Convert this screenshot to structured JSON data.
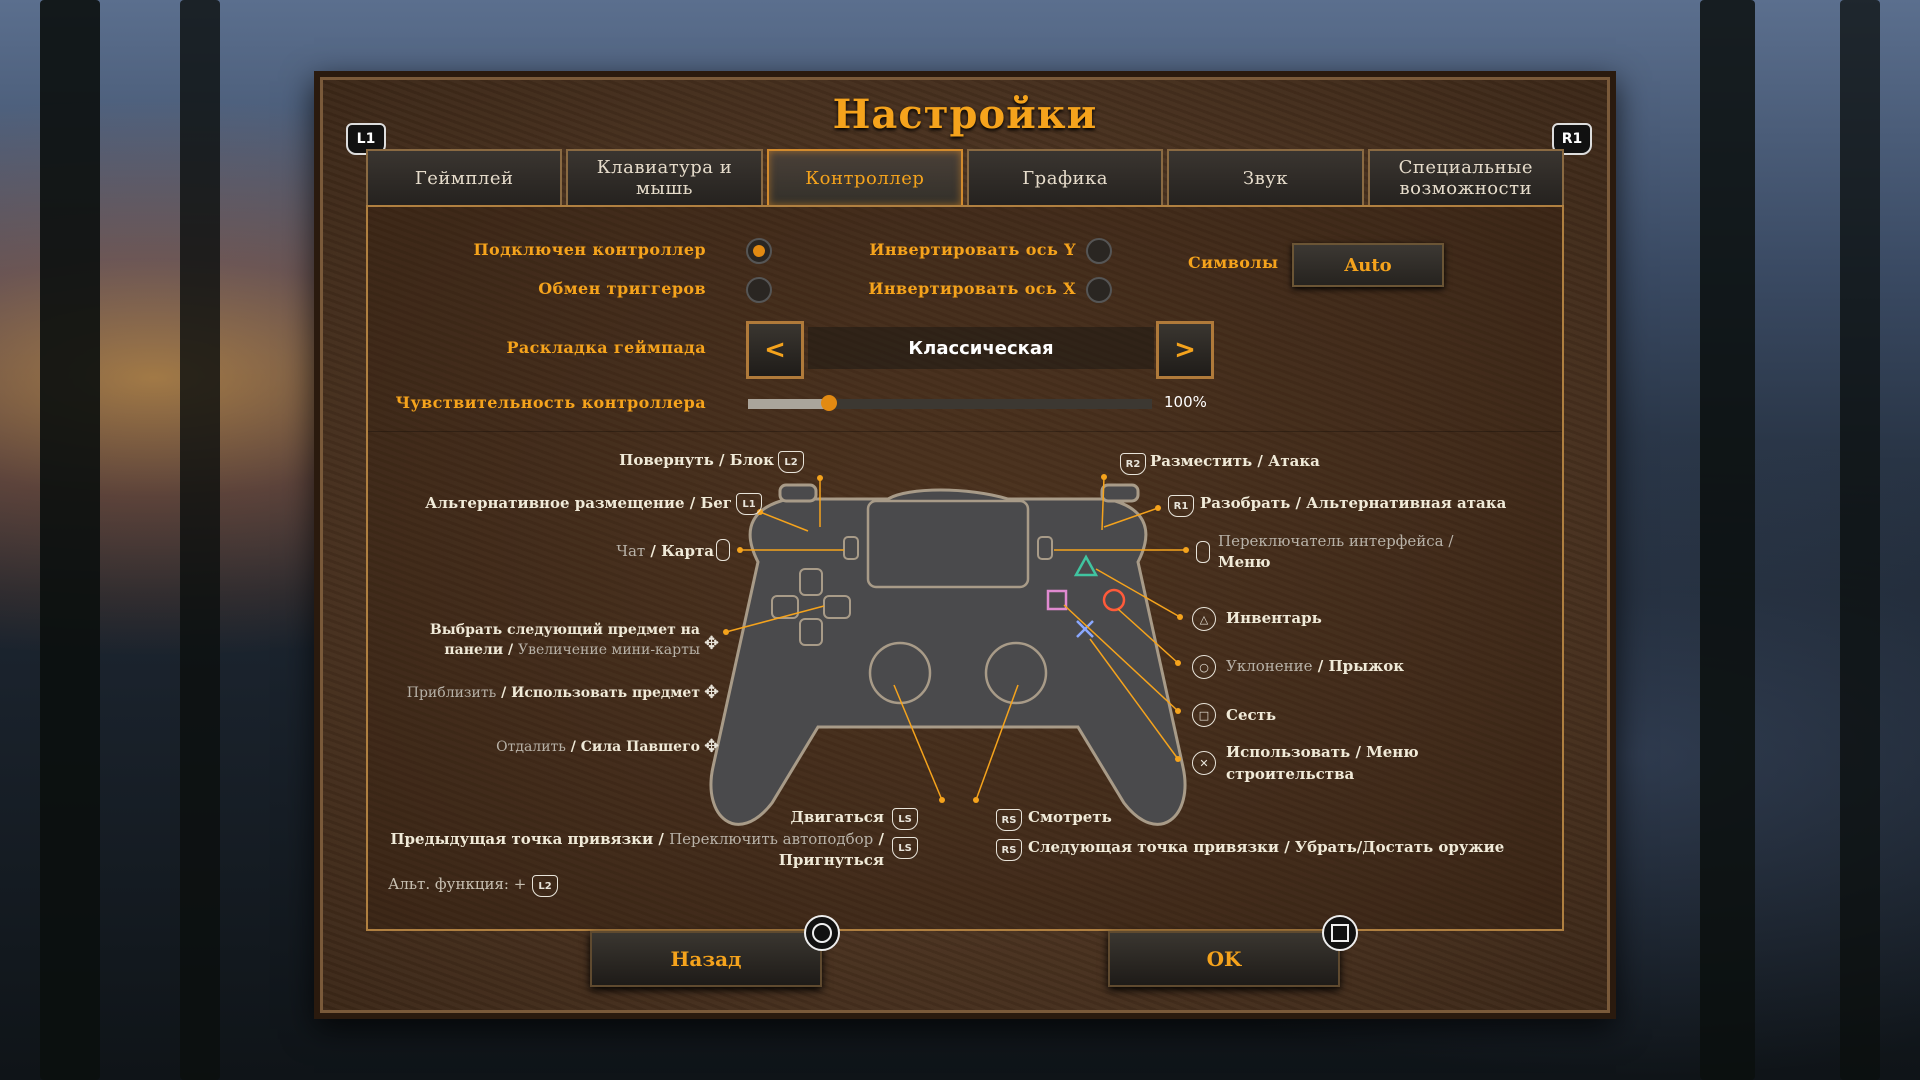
{
  "title": "Настройки",
  "shoulders": {
    "left": "L1",
    "right": "R1"
  },
  "tabs": [
    {
      "label": "Геймплей",
      "active": false
    },
    {
      "label": "Клавиатура и мышь",
      "active": false
    },
    {
      "label": "Контроллер",
      "active": true
    },
    {
      "label": "Графика",
      "active": false
    },
    {
      "label": "Звук",
      "active": false
    },
    {
      "label": "Специальные возможности",
      "active": false
    }
  ],
  "settings": {
    "controller_connected": {
      "label": "Подключен контроллер",
      "on": true
    },
    "swap_triggers": {
      "label": "Обмен триггеров",
      "on": false
    },
    "invert_y": {
      "label": "Инвертировать ось Y",
      "on": false
    },
    "invert_x": {
      "label": "Инвертировать ось X",
      "on": false
    },
    "symbols": {
      "label": "Символы",
      "value": "Auto"
    },
    "layout": {
      "label": "Раскладка геймпада",
      "value": "Классическая",
      "prev": "<",
      "next": ">"
    },
    "sensitivity": {
      "label": "Чувствительность контроллера",
      "value": "100%",
      "fraction": 0.2
    }
  },
  "bindings": {
    "l2": {
      "main": "Повернуть / Блок",
      "icon": "L2"
    },
    "l1": {
      "main": "Альтернативное размещение / Бег",
      "icon": "L1"
    },
    "share": {
      "alt": "Чат",
      "main": "Карта"
    },
    "dpad_lr": {
      "line1": "Выбрать следующий предмет на",
      "line2_main": "панели /",
      "line2_alt": "Увеличение мини-карты"
    },
    "dpad_up": {
      "alt": "Приблизить",
      "main": "Использовать предмет"
    },
    "dpad_down": {
      "alt": "Отдалить",
      "main": "Сила Павшего"
    },
    "ls": {
      "main": "Двигаться",
      "icon": "LS"
    },
    "l3": {
      "line1_main": "Предыдущая точка привязки /",
      "line1_alt": "Переключить автоподбор",
      "line1_end": "/",
      "line2": "Пригнуться",
      "icon": "LS"
    },
    "r2": {
      "main": "Разместить / Атака",
      "icon": "R2"
    },
    "r1": {
      "main": "Разобрать / Альтернативная атака",
      "icon": "R1"
    },
    "options": {
      "alt": "Переключатель интерфейса /",
      "main": "Меню"
    },
    "triangle": {
      "main": "Инвентарь"
    },
    "circle": {
      "alt": "Уклонение",
      "main": "Прыжок"
    },
    "square": {
      "main": "Сесть"
    },
    "cross": {
      "line1": "Использовать / Меню",
      "line2": "строительства"
    },
    "rs": {
      "main": "Смотреть",
      "icon": "RS"
    },
    "r3": {
      "main": "Следующая точка привязки / Убрать/Достать оружие",
      "icon": "RS"
    }
  },
  "alt_function": {
    "label": "Альт. функция: +",
    "icon": "L2"
  },
  "footer": {
    "back": "Назад",
    "ok": "OK"
  },
  "icons": {
    "back_hint": "circle-icon",
    "ok_hint": "square-icon"
  }
}
